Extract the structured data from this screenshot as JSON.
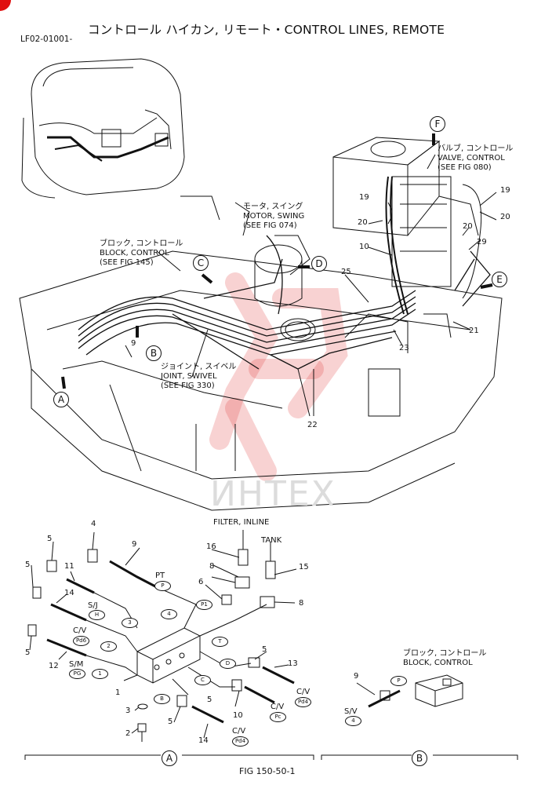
{
  "header": {
    "title": "コントロール ハイカン, リモート・CONTROL LINES, REMOTE",
    "code": "LF02-01001-"
  },
  "callouts": {
    "valve_ja": "バルブ, コントロール",
    "valve_en": "VALVE, CONTROL",
    "valve_ref": "(SEE FIG 080)",
    "motor_ja": "モータ, スイング",
    "motor_en": "MOTOR, SWING",
    "motor_ref": "(SEE FIG 074)",
    "block_ja": "ブロック, コントロール",
    "block_en": "BLOCK, CONTROL",
    "block_ref": "(SEE FIG 145)",
    "joint_ja": "ジョイント, スイベル",
    "joint_en": "JOINT, SWIVEL",
    "joint_ref": "(SEE FIG 330)",
    "filter": "FILTER, INLINE",
    "tank": "TANK",
    "detail_b_ja": "ブロック, コントロール",
    "detail_b_en": "BLOCK, CONTROL"
  },
  "views": {
    "a": "A",
    "b": "B",
    "c": "C",
    "d": "D",
    "e": "E",
    "f": "F"
  },
  "parts": {
    "p1": "1",
    "p2": "2",
    "p3": "3",
    "p4": "4",
    "p5": "5",
    "p6": "6",
    "p8": "8",
    "p9": "9",
    "p10": "10",
    "p11": "11",
    "p12": "12",
    "p13": "13",
    "p14": "14",
    "p15": "15",
    "p16": "16",
    "p19": "19",
    "p20": "20",
    "p21": "21",
    "p22": "22",
    "p23": "23",
    "p25": "25",
    "p29": "29"
  },
  "port_labels": {
    "pt": "PT",
    "sj": "S/J",
    "cv": "C/V",
    "sm": "S/M",
    "sv": "S/V"
  },
  "port_tags": {
    "p": "P",
    "h": "H",
    "pd6": "Pd6",
    "pg": "PG",
    "p1": "P1",
    "t": "T",
    "d": "D",
    "c": "C",
    "b": "B",
    "pd4": "Pd4",
    "pc": "Pc",
    "pd4b": "Pd4",
    "n1": "1",
    "n2": "2",
    "n3": "3",
    "n4": "4",
    "n4b": "4",
    "pb": "P"
  },
  "footer": {
    "fig": "FIG 150-50-1"
  },
  "watermark": {
    "text": "ИНТЕХ"
  },
  "colors": {
    "ink": "#111111",
    "watermark": "#e03030",
    "corner": "#e01010"
  }
}
